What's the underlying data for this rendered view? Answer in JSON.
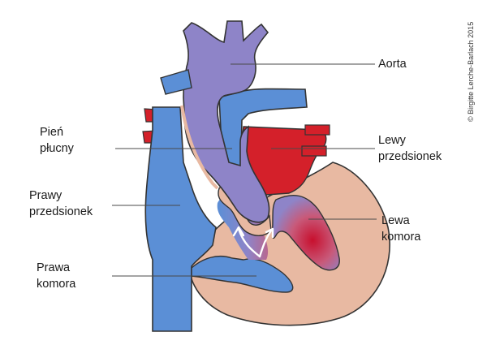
{
  "labels": {
    "aorta": "Aorta",
    "pulmonary_trunk": "Pień\npłucny",
    "left_atrium": "Lewy\nprzedsionek",
    "right_atrium": "Prawy\nprzedsionek",
    "left_ventricle": "Lewa\nkomora",
    "right_ventricle": "Prawa\nkomora"
  },
  "credit": "© Birgitte Lerche-Barlach 2015",
  "colors": {
    "oxygen_poor": "#5b8fd6",
    "oxygen_rich": "#d4202a",
    "mixed": "#8e84c8",
    "tissue": "#e8b9a2",
    "line": "#4a4a4a"
  }
}
